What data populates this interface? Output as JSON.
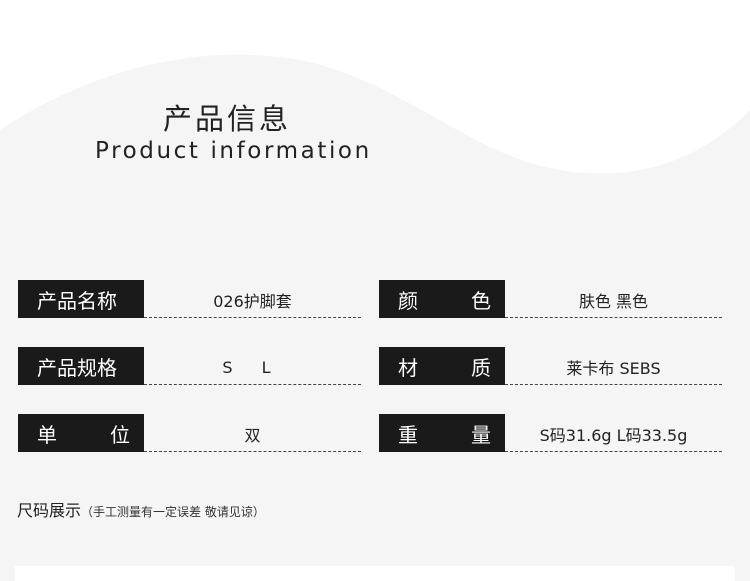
{
  "header": {
    "title_cn": "产品信息",
    "title_en": "Product information"
  },
  "specs": {
    "left": [
      {
        "label_a": "产品名称",
        "label_b": "",
        "value": "026护脚套"
      },
      {
        "label_a": "产品规格",
        "label_b": "",
        "value": "S L"
      },
      {
        "label_a": "单",
        "label_b": "位",
        "value": "双"
      }
    ],
    "right": [
      {
        "label_a": "颜",
        "label_b": "色",
        "value": "肤色 黑色"
      },
      {
        "label_a": "材",
        "label_b": "质",
        "value": "莱卡布 SEBS"
      },
      {
        "label_a": "重",
        "label_b": "量",
        "value": "S码31.6g L码33.5g"
      }
    ]
  },
  "size_section": {
    "title": "尺码展示",
    "note": "（手工测量有一定误差 敬请见谅）"
  },
  "colors": {
    "label_bg": "#1a1a1a",
    "page_bg": "#f5f5f5",
    "wave": "#ffffff"
  }
}
